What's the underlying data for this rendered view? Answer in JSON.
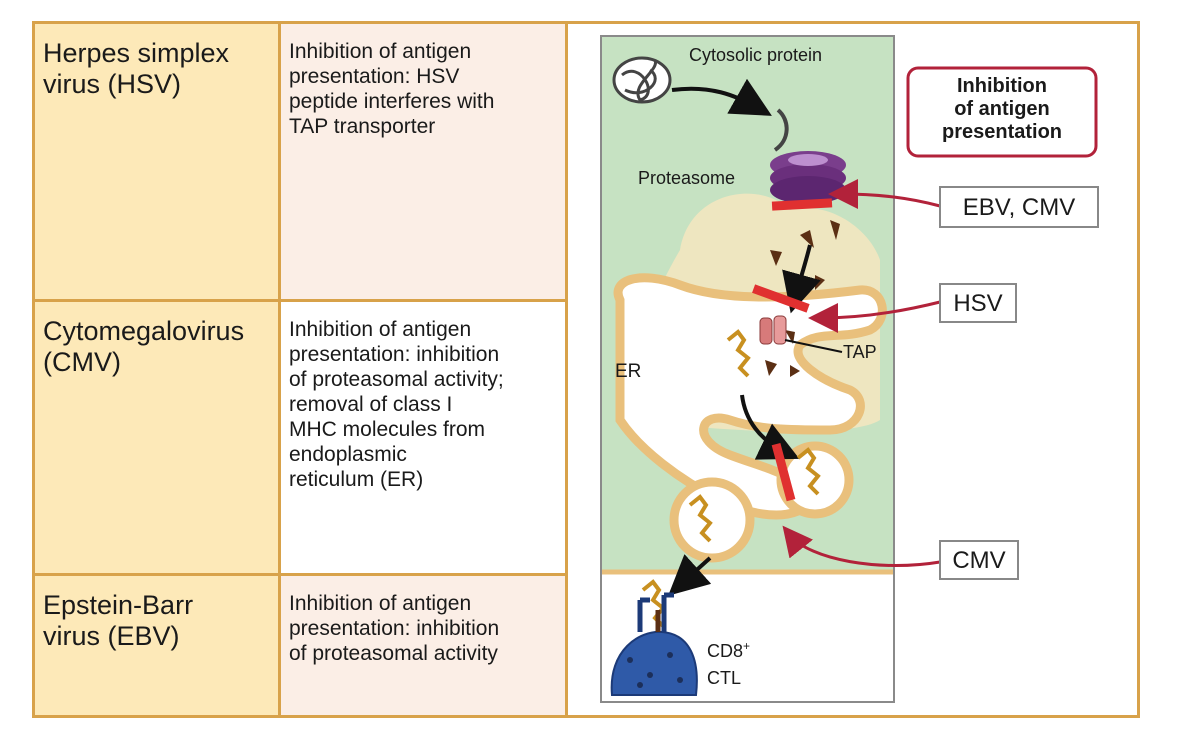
{
  "rows": [
    {
      "virus": [
        "Herpes simplex",
        "virus (HSV)"
      ],
      "mechanism": [
        "Inhibition of antigen",
        "presentation: HSV",
        "peptide interferes with",
        "TAP transporter"
      ]
    },
    {
      "virus": [
        "Cytomegalovirus",
        "(CMV)"
      ],
      "mechanism": [
        "Inhibition of antigen",
        "presentation: inhibition",
        "of proteasomal activity;",
        "removal of class I",
        "MHC molecules from",
        "endoplasmic",
        "reticulum (ER)"
      ]
    },
    {
      "virus": [
        "Epstein-Barr",
        "virus (EBV)"
      ],
      "mechanism": [
        "Inhibition of antigen",
        "presentation: inhibition",
        "of proteasomal activity"
      ]
    }
  ],
  "figure": {
    "title": [
      "Inhibition",
      "of antigen",
      "presentation"
    ],
    "labels": {
      "cytosolic_protein": "Cytosolic protein",
      "proteasome": "Proteasome",
      "er": "ER",
      "tap": "TAP",
      "cd8_main": "CD8",
      "cd8_sup": "+",
      "ctl": "CTL"
    },
    "callouts": {
      "ebv_cmv": "EBV, CMV",
      "hsv": "HSV",
      "cmv": "CMV"
    },
    "colors": {
      "table_line": "#d8a24a",
      "virus_cell": "#fde9b8",
      "cytosol": "#c6e2c2",
      "er_membrane": "#e9c07c",
      "block_bar": "#e03030",
      "arrow_red": "#b2223a",
      "proteasome": "#7a3e8c",
      "peptide": "#5b2f14",
      "cell_body": "#2f5aa8"
    }
  }
}
